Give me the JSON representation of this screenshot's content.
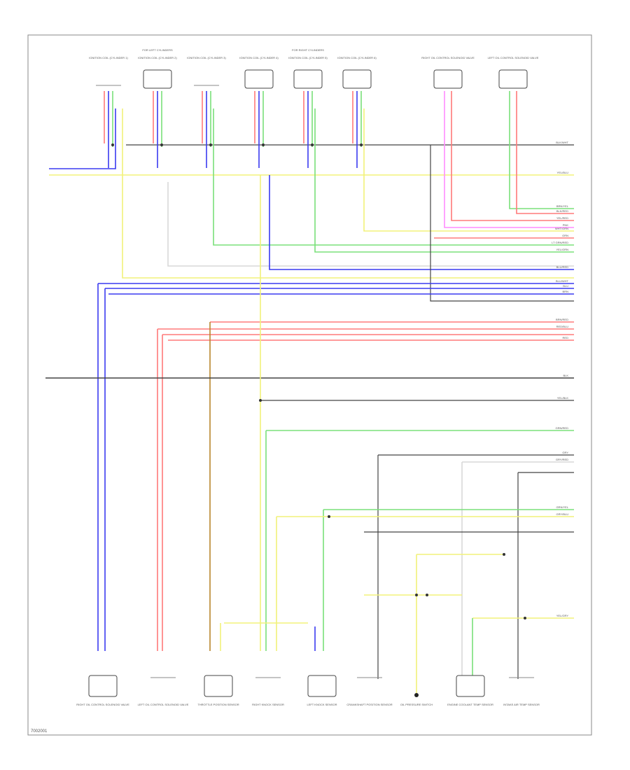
{
  "page_id": "7002001",
  "colors": {
    "black": "#444444",
    "gray": "#9a9a9a",
    "red": "#ff7a7a",
    "blue": "#3a3af0",
    "yellow": "#f2f27a",
    "green": "#7ae07a",
    "pink": "#ff8cff",
    "brown": "#b8862b",
    "white": "#d8d8d8"
  },
  "top_components": [
    {
      "label": "IGNITION COIL (CYLINDER 1)"
    },
    {
      "label": "IGNITION COIL (CYLINDER 2)",
      "group": "FOR LEFT CYLINDERS"
    },
    {
      "label": "IGNITION COIL (CYLINDER 3)"
    },
    {
      "label": "IGNITION COIL (CYLINDER 4)"
    },
    {
      "label": "IGNITION COIL (CYLINDER 5)",
      "group": "FOR RIGHT CYLINDERS"
    },
    {
      "label": "IGNITION COIL (CYLINDER 6)"
    },
    {
      "label": "RIGHT OIL CONTROL SOLENOID VALVE"
    },
    {
      "label": "LEFT OIL CONTROL SOLENOID VALVE"
    }
  ],
  "wire_labels": [
    {
      "text": "BLK/WHT"
    },
    {
      "text": "YEL/BLU"
    },
    {
      "text": "BRN/YEL"
    },
    {
      "text": "BLK/RED"
    },
    {
      "text": "YEL/RED"
    },
    {
      "text": "PNK"
    },
    {
      "text": "WHT/GRN"
    },
    {
      "text": "GRN"
    },
    {
      "text": "LT GRN/RED"
    },
    {
      "text": "YEL/GRN"
    },
    {
      "text": "BLU/RED"
    },
    {
      "text": "BLU/WHT"
    },
    {
      "text": "BLU"
    },
    {
      "text": "BRN"
    },
    {
      "text": "BRN/RED"
    },
    {
      "text": "RED/BLU"
    },
    {
      "text": "RED"
    },
    {
      "text": "BLK"
    },
    {
      "text": "YEL/BLK"
    },
    {
      "text": "GRN/RED"
    },
    {
      "text": "GRY"
    },
    {
      "text": "GRY/RED"
    },
    {
      "text": "GRN/YEL"
    },
    {
      "text": "GRY/BLU"
    },
    {
      "text": "YEL/GRY"
    }
  ],
  "bottom_components": [
    {
      "label": "RIGHT OIL CONTROL SOLENOID VALVE"
    },
    {
      "label": "LEFT OIL CONTROL SOLENOID VALVE"
    },
    {
      "label": "THROTTLE POSITION SENSOR"
    },
    {
      "label": "RIGHT KNOCK SENSOR"
    },
    {
      "label": "LEFT KNOCK SENSOR"
    },
    {
      "label": "CRANKSHAFT POSITION SENSOR"
    },
    {
      "label": "OIL PRESSURE SWITCH"
    },
    {
      "label": "ENGINE COOLANT TEMP SENSOR"
    },
    {
      "label": "INTAKE AIR TEMP SENSOR"
    }
  ]
}
